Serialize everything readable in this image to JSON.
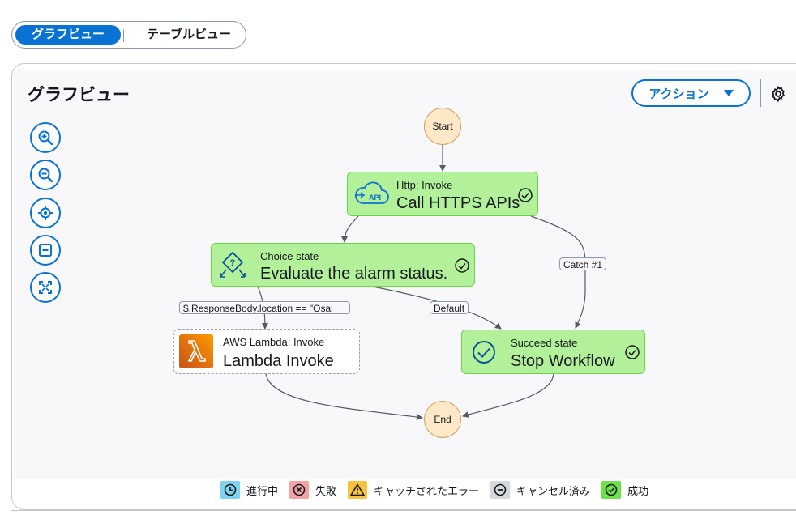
{
  "tabs": {
    "graph_view": "グラフビュー",
    "table_view": "テーブルビュー"
  },
  "panel": {
    "title": "グラフビュー",
    "action_label": "アクション"
  },
  "zoom_controls": [
    "zoom-in-icon",
    "zoom-out-icon",
    "center-icon",
    "fit-icon",
    "fullscreen-icon"
  ],
  "nodes": {
    "start": "Start",
    "end": "End",
    "http": {
      "type": "Http: Invoke",
      "name": "Call HTTPS APIs"
    },
    "choice": {
      "type": "Choice state",
      "name": "Evaluate the alarm status."
    },
    "lambda": {
      "type": "AWS Lambda: Invoke",
      "name": "Lambda Invoke"
    },
    "succeed": {
      "type": "Succeed state",
      "name": "Stop Workflow"
    }
  },
  "edge_labels": {
    "catch": "Catch #1",
    "condition": "$.ResponseBody.location == \"Osal",
    "default": "Default"
  },
  "legend": [
    {
      "label": "進行中",
      "color": "#7dd3f0"
    },
    {
      "label": "失敗",
      "color": "#f3a3a3"
    },
    {
      "label": "キャッチされたエラー",
      "color": "#f7c23e"
    },
    {
      "label": "キャンセル済み",
      "color": "#d5d8dc"
    },
    {
      "label": "成功",
      "color": "#6ee04a"
    }
  ],
  "colors": {
    "accent": "#0972d3",
    "success_fill": "#b3f09a",
    "success_border": "#6dd34a",
    "terminal_fill": "#fde8c8",
    "lambda_orange": "#ed7100"
  }
}
